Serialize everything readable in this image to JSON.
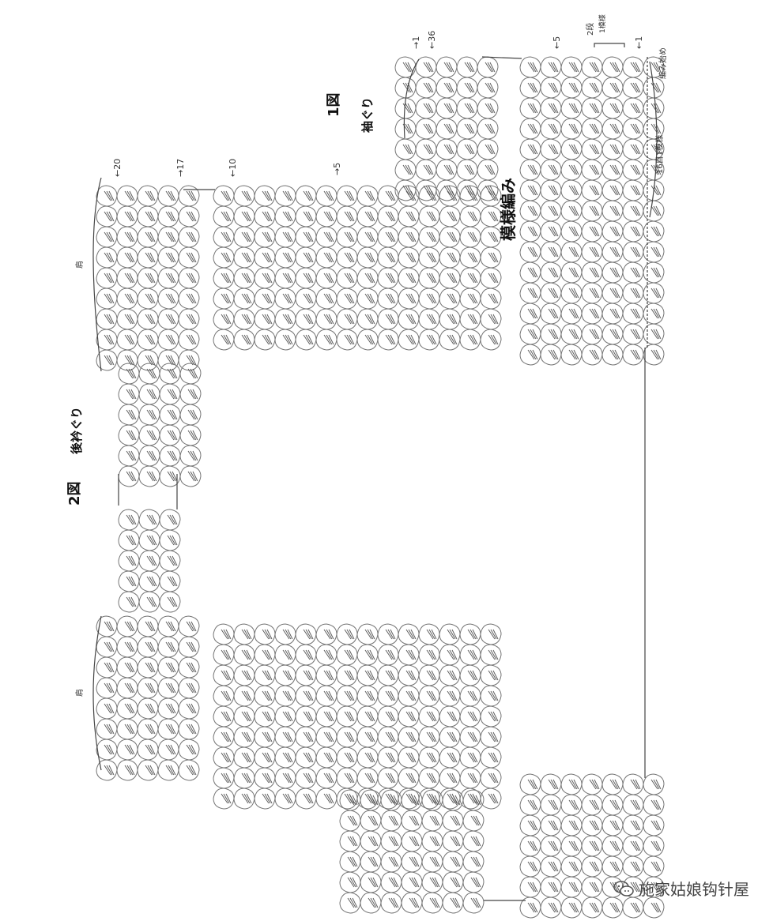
{
  "labels": {
    "fig1": "1図",
    "fig1_sub": "袖ぐり",
    "fig2": "2図",
    "fig2_sub": "後衿ぐり",
    "pattern": "模様編み",
    "shoulder_top": "肩",
    "shoulder_bottom": "肩",
    "row_20": "←20",
    "row_17": "→17",
    "row_10": "←10",
    "row_5_a": "→5",
    "row_1_a": "→1",
    "row_36": "←36",
    "row_5_b": "←5",
    "row_1_b": "←1",
    "repeat_rows": "2段",
    "repeat_unit": "1模様",
    "repeat_stitches": "16目1模様",
    "start": "編み始め",
    "watermark": "施家姑娘钩针屋"
  },
  "colors": {
    "ink": "#555555",
    "chain": "#777777"
  }
}
